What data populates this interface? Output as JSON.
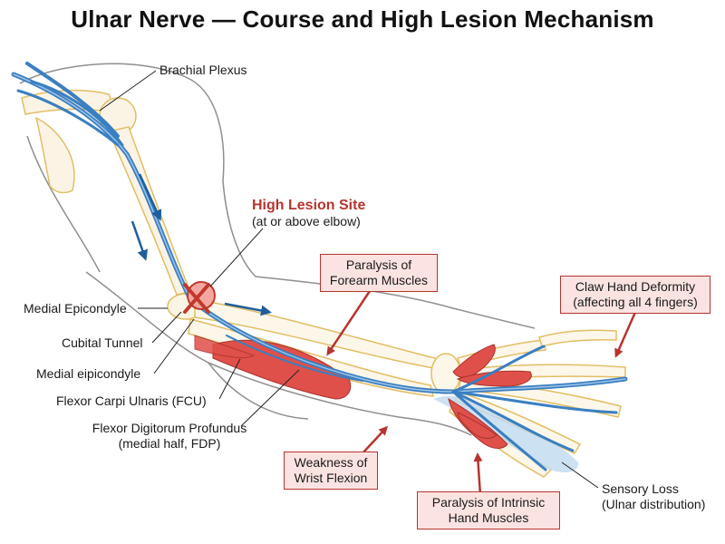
{
  "title": "Ulnar Nerve — Course and High Lesion Mechanism",
  "labels": {
    "brachial_plexus": "Brachial Plexus",
    "lesion_title": "High Lesion Site",
    "lesion_sub": "(at or above elbow)",
    "medial_epicondyle": "Medial Epicondyle",
    "cubital_tunnel": "Cubital Tunnel",
    "medial_eipicondyle": "Medial eipicondyle",
    "fcu": "Flexor Carpi Ulnaris (FCU)",
    "fdp_line1": "Flexor Digitorum Profundus",
    "fdp_line2": "(medial half, FDP)",
    "sensory_line1": "Sensory Loss",
    "sensory_line2": "(Ulnar distribution)"
  },
  "boxes": {
    "forearm_line1": "Paralysis of",
    "forearm_line2": "Forearm Muscles",
    "claw_line1": "Claw Hand Deformity",
    "claw_line2": "(affecting all 4 fingers)",
    "wrist_line1": "Weakness of",
    "wrist_line2": "Wrist Flexion",
    "intrinsic_line1": "Paralysis of Intrinsic",
    "intrinsic_line2": "Hand Muscles"
  },
  "colors": {
    "nerve": "#3a7fc1",
    "nerve_light": "#9cc3e8",
    "bone": "#e8c36a",
    "muscle": "#e0504a",
    "lesion": "#c0392b",
    "box_fill": "#fbe3e1",
    "arrow": "#b7342f",
    "outline": "#8a8a8a"
  }
}
